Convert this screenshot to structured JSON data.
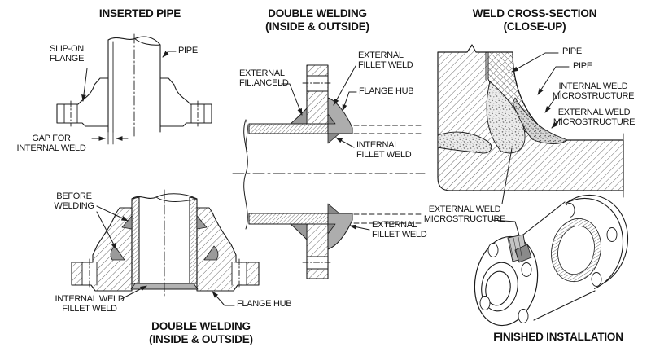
{
  "colors": {
    "line": "#1c1c1c",
    "weld_gray": "#a0a0a0",
    "weld_dark": "#8a8a8a",
    "hub_gray": "#adadad"
  },
  "panel_inserted_pipe": {
    "title": "INSERTED PIPE",
    "label_slip_on_flange_line1": "SLIP-ON",
    "label_slip_on_flange_line2": "FLANGE",
    "label_pipe": "PIPE",
    "label_gap_line1": "GAP FOR",
    "label_gap_line2": "INTERNAL WELD"
  },
  "panel_before_welding": {
    "label_before_line1": "BEFORE",
    "label_before_line2": "WELDING",
    "label_internal_weld_line1": "INTERNAL WELD",
    "label_internal_weld_line2": "FILLET WELD",
    "label_flange_hub": "FLANGE HUB",
    "title_line1": "DOUBLE WELDING",
    "title_line2": "(INSIDE & OUTSIDE)"
  },
  "panel_double_welding": {
    "title_line1": "DOUBLE WELDING",
    "title_line2": "(INSIDE & OUTSIDE)",
    "label_external_top_line1": "EXTERNAL",
    "label_external_top_line2": "FIL.ANCELD",
    "label_external_fillet_upper_line1": "EXTERNAL",
    "label_external_fillet_upper_line2": "FILLET WELD",
    "label_flange_hub": "FLANGE HUB",
    "label_internal_fillet_line1": "INTERNAL",
    "label_internal_fillet_line2": "FILLET WELD",
    "label_external_fillet_lower_line1": "EXTERNAL",
    "label_external_fillet_lower_line2": "FILLET WELD"
  },
  "panel_cross_section": {
    "title_line1": "WELD CROSS-SECTION",
    "title_line2": "(CLOSE-UP)",
    "label_pipe_1": "PIPE",
    "label_pipe_2": "PIPE",
    "label_internal_micro_line1": "INTERNAL WELD",
    "label_internal_micro_line2": "MICROSTRUCTURE",
    "label_external_micro_line1": "EXTERNAL WELD",
    "label_external_micro_line2": "MICROSTRUCTURE",
    "label_external_micro_lower_line1": "EXTERNAL WELD",
    "label_external_micro_lower_line2": "MICROSTRUCTURE"
  },
  "panel_finished": {
    "title": "FINISHED INSTALLATION"
  }
}
